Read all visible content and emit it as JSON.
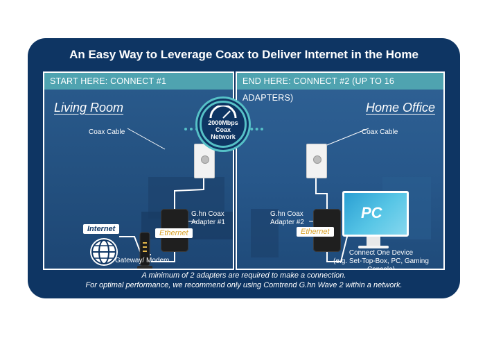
{
  "title": "An Easy Way to Leverage Coax to Deliver Internet in the Home",
  "left": {
    "header": "START HERE: CONNECT #1",
    "room": "Living Room",
    "coax_label": "Coax Cable",
    "adapter_label": [
      "G.hn Coax",
      "Adapter #1"
    ],
    "internet_label": "Internet",
    "ethernet_label": "Ethernet",
    "gateway_label": "Gateway/ Modem"
  },
  "right": {
    "header": "END HERE: CONNECT #2 (UP TO 16 ADAPTERS)",
    "room": "Home Office",
    "coax_label": "Coax Cable",
    "adapter_label": [
      "G.hn Coax",
      "Adapter #2"
    ],
    "ethernet_label": "Ethernet",
    "pc_label": "PC",
    "device_label": [
      "Connect One Device",
      "(e.g. Set-Top-Box, PC, Gaming Console)"
    ]
  },
  "speed_badge": [
    "2000Mbps",
    "Coax",
    "Network"
  ],
  "footer": [
    "A minimum of 2 adapters are required to make a connection.",
    "For optimal performance, we recommend only using Comtrend G.hn Wave 2 within a network."
  ],
  "colors": {
    "navy": "#0e3563",
    "teal": "#4fa3b0",
    "accent_teal": "#56c1c7",
    "ethernet_text": "#d9a22a"
  }
}
